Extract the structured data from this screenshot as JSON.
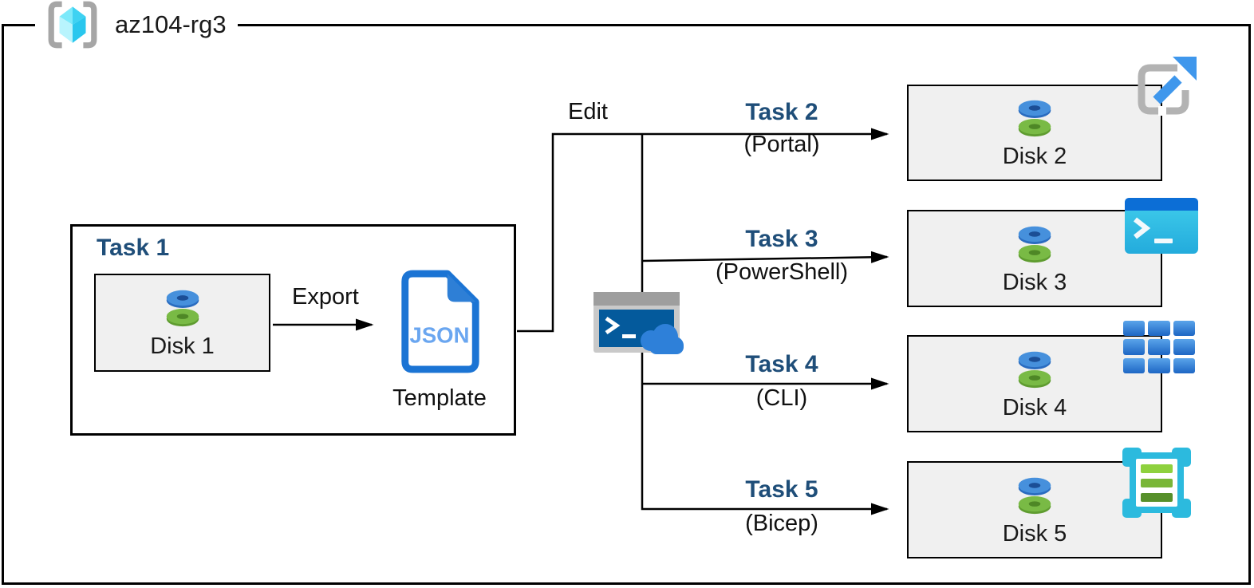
{
  "resource_group": {
    "title": "az104-rg3"
  },
  "task1": {
    "label": "Task 1",
    "disk_label": "Disk 1",
    "export_label": "Export",
    "json_text": "JSON",
    "template_label": "Template"
  },
  "edit_label": "Edit",
  "branches": [
    {
      "task": "Task 2",
      "method": "(Portal)",
      "disk": "Disk 2",
      "icon": "portal-icon"
    },
    {
      "task": "Task 3",
      "method": "(PowerShell)",
      "disk": "Disk 3",
      "icon": "powershell-icon"
    },
    {
      "task": "Task 4",
      "method": "(CLI)",
      "disk": "Disk 4",
      "icon": "cli-icon"
    },
    {
      "task": "Task 5",
      "method": "(Bicep)",
      "disk": "Disk 5",
      "icon": "bicep-template-icon"
    }
  ],
  "colors": {
    "heading_navy": "#1f4e79",
    "box_fill": "#f0f0f0",
    "disk_blue": "#4690dc",
    "disk_green": "#79ba45",
    "azure_blue": "#1b74d4",
    "cloud_blue": "#2e80d9",
    "cyan": "#2cbade",
    "bracket_gray": "#a6a6a6"
  }
}
